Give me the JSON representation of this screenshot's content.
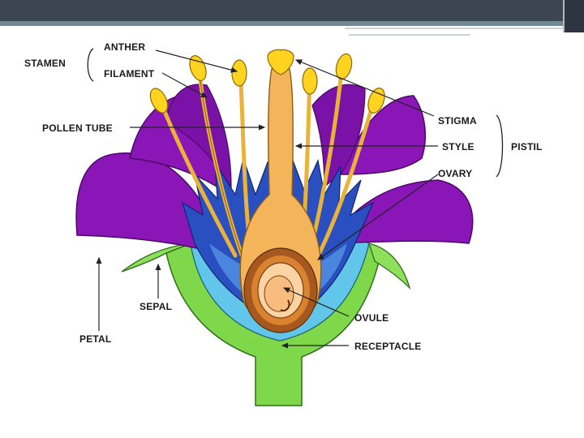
{
  "labels": {
    "anther": "ANTHER",
    "stamen": "STAMEN",
    "filament": "FILAMENT",
    "pollen_tube": "POLLEN TUBE",
    "stigma": "STIGMA",
    "style": "STYLE",
    "pistil": "PISTIL",
    "ovary": "OVARY",
    "sepal": "SEPAL",
    "petal": "PETAL",
    "ovule": "OVULE",
    "receptacle": "RECEPTACLE"
  },
  "colors": {
    "header_bar": "#3d4452",
    "header_accent": "#6f8a94",
    "petal": "#8a16b8",
    "petal_dark": "#6a0c95",
    "inner_blue": "#2a4fc0",
    "inner_light": "#62c6ea",
    "receptacle_green": "#7ed84a",
    "stamen_yellow": "#ffd31f",
    "filament": "#e9b33a",
    "ovary": "#f3b45a",
    "ovary_brown": "#a7581f",
    "ovule": "#fcd3a2"
  }
}
